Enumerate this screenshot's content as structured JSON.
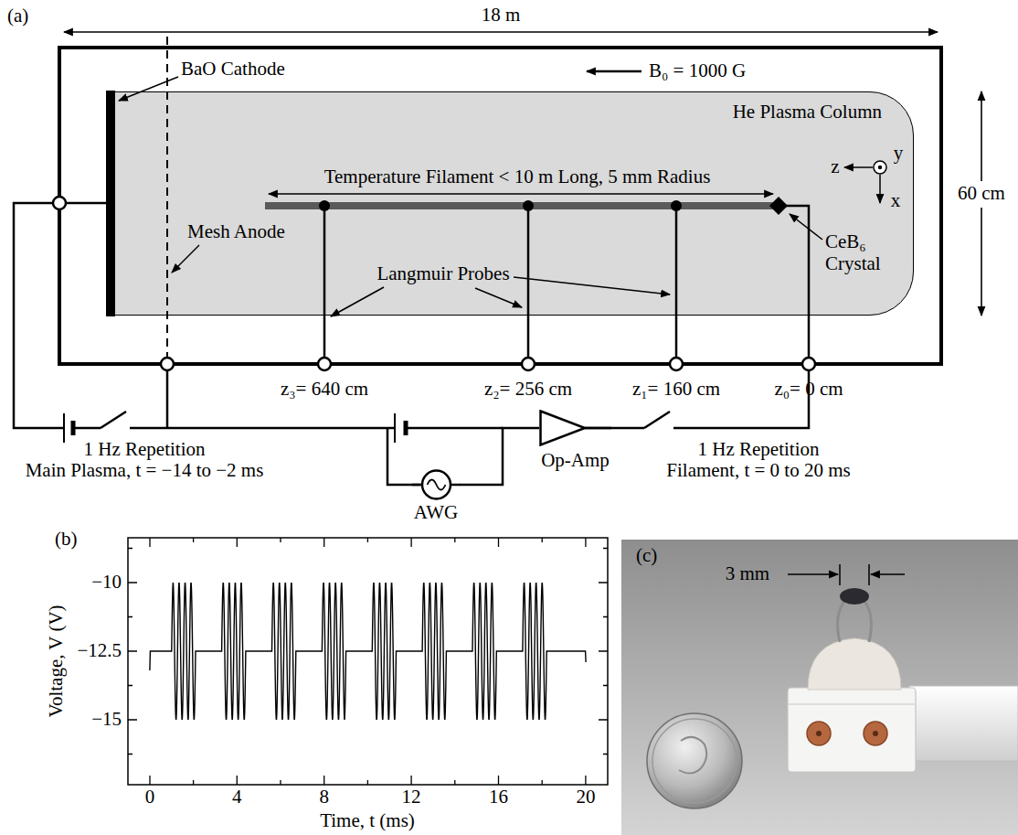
{
  "diagram": {
    "nodes": [
      {
        "text": [
          "He Plasma Column"
        ]
      },
      {
        "text": [
          "AWG"
        ]
      },
      {
        "text": [
          "Op-Amp"
        ]
      }
    ],
    "edges": [
      {
        "from": 1,
        "to": 2,
        "arrow": "none"
      }
    ],
    "labels": [
      "(a)",
      "18 m",
      "B₀ = 1000 G",
      "BaO Cathode",
      "Mesh Anode",
      "Temperature Filament < 10 m Long, 5 mm Radius",
      "z",
      "y",
      "x",
      "60 cm",
      "Langmuir Probes",
      "CeB₆ Crystal",
      "z₃= 640 cm",
      "z₂= 256 cm",
      "z₁= 160 cm",
      "z₀= 0 cm",
      "1 Hz Repetition",
      "Main Plasma, t = −14 to −2 ms",
      "1 Hz Repetition",
      "Filament, t = 0 to 20 ms",
      "(b)",
      "−10",
      "−12.5",
      "−15",
      "0",
      "4",
      "8",
      "12",
      "16",
      "20",
      "Time, t (ms)",
      "Voltage, V (V)",
      "(c)",
      "3 mm"
    ]
  }
}
